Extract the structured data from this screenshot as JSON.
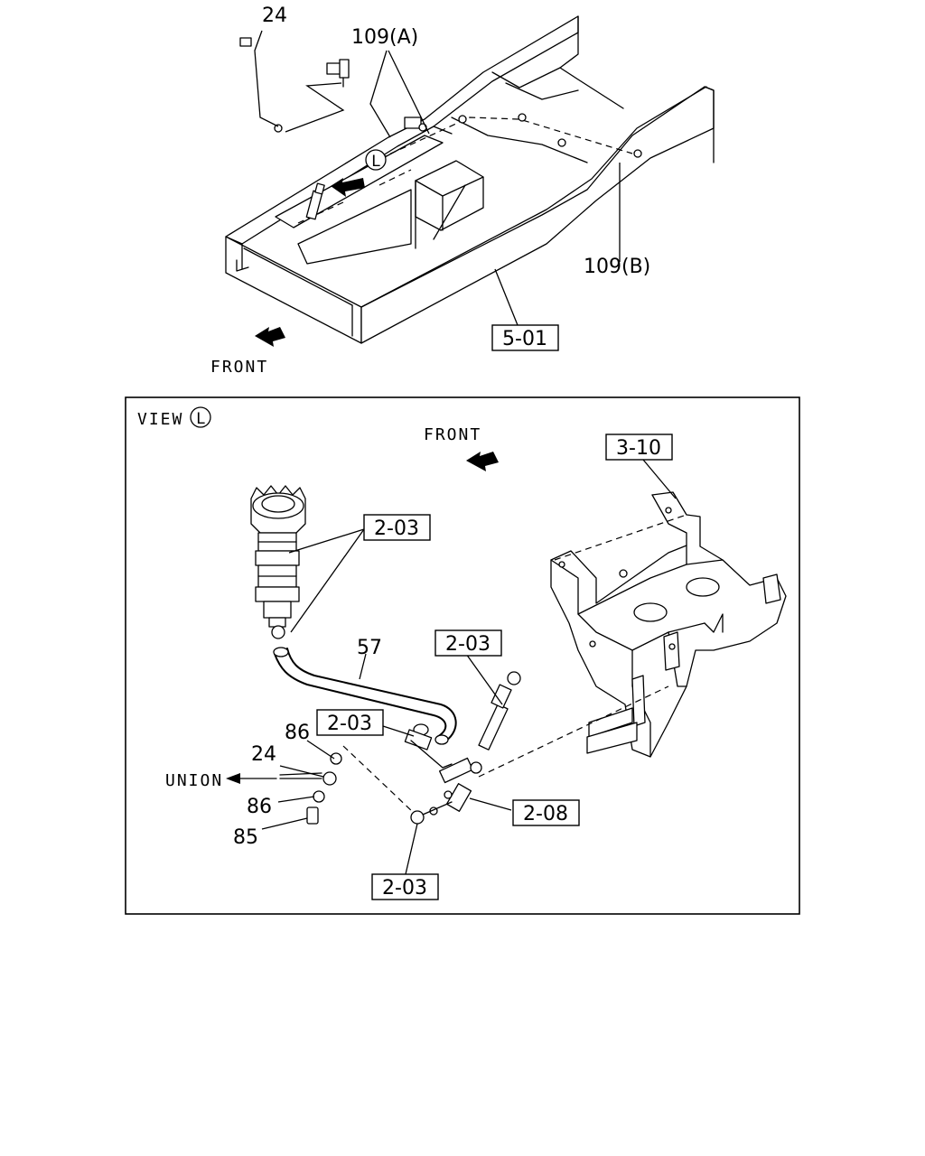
{
  "top": {
    "callouts": [
      "24",
      "109(A)",
      "109(B)"
    ],
    "ref_box": "5-01",
    "view_marker": "L",
    "front_label": "FRONT"
  },
  "view": {
    "title": "VIEW",
    "marker": "L",
    "front_label": "FRONT",
    "union_label": "UNION",
    "ref_boxes": [
      "3-10",
      "2-03",
      "2-03",
      "2-03",
      "2-08",
      "2-03"
    ],
    "callouts": [
      "57",
      "86",
      "24",
      "86",
      "85"
    ]
  }
}
